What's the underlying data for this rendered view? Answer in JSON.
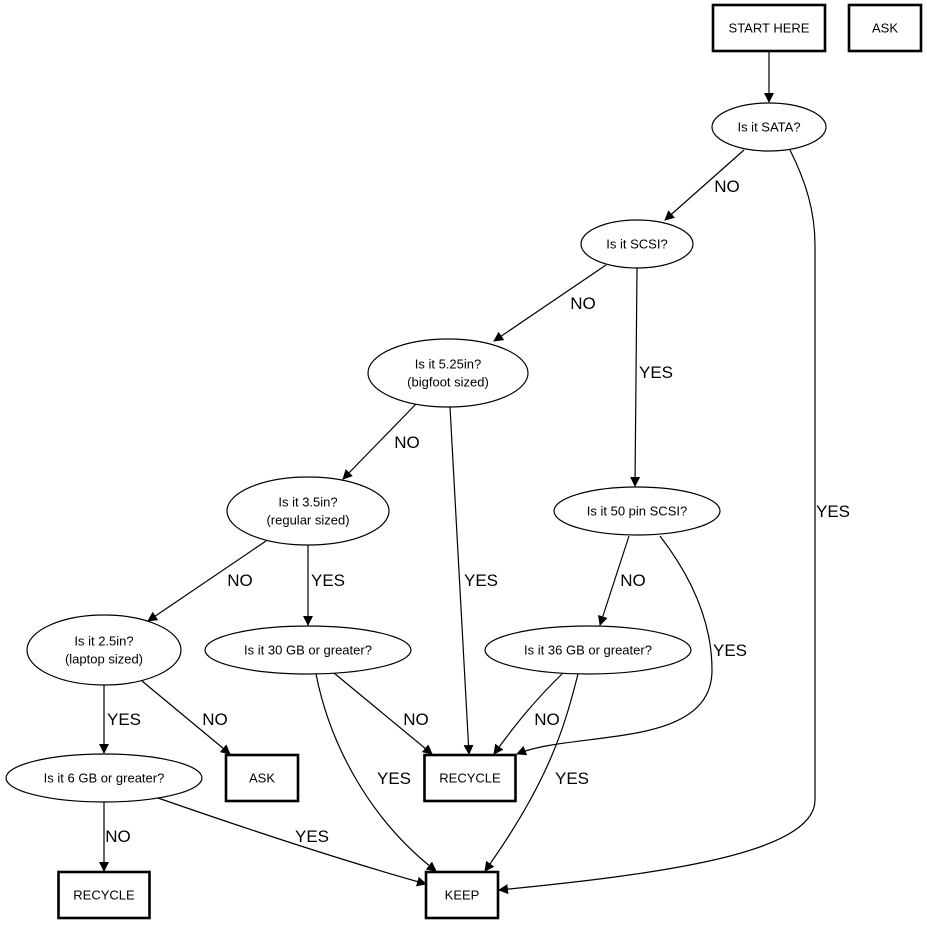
{
  "diagram": {
    "nodes": {
      "start": {
        "shape": "box",
        "lines": [
          "START HERE"
        ]
      },
      "ask_top": {
        "shape": "box",
        "lines": [
          "ASK"
        ]
      },
      "sata": {
        "shape": "ellipse",
        "lines": [
          "Is it SATA?"
        ]
      },
      "scsi": {
        "shape": "ellipse",
        "lines": [
          "Is it SCSI?"
        ]
      },
      "in525": {
        "shape": "ellipse",
        "lines": [
          "Is it 5.25in?",
          "(bigfoot sized)"
        ]
      },
      "in35": {
        "shape": "ellipse",
        "lines": [
          "Is it 3.5in?",
          "(regular sized)"
        ]
      },
      "pin50": {
        "shape": "ellipse",
        "lines": [
          "Is it 50 pin SCSI?"
        ]
      },
      "in25": {
        "shape": "ellipse",
        "lines": [
          "Is it 2.5in?",
          "(laptop sized)"
        ]
      },
      "gb30": {
        "shape": "ellipse",
        "lines": [
          "Is it 30 GB or greater?"
        ]
      },
      "gb36": {
        "shape": "ellipse",
        "lines": [
          "Is it 36 GB or greater?"
        ]
      },
      "gb6": {
        "shape": "ellipse",
        "lines": [
          "Is it 6 GB or greater?"
        ]
      },
      "ask_low": {
        "shape": "box",
        "lines": [
          "ASK"
        ]
      },
      "recycle_mid": {
        "shape": "box",
        "lines": [
          "RECYCLE"
        ]
      },
      "recycle_low": {
        "shape": "box",
        "lines": [
          "RECYCLE"
        ]
      },
      "keep": {
        "shape": "box",
        "lines": [
          "KEEP"
        ]
      }
    },
    "edges": [
      {
        "from": "start",
        "to": "sata",
        "label": ""
      },
      {
        "from": "sata",
        "to": "scsi",
        "label": "NO"
      },
      {
        "from": "sata",
        "to": "keep",
        "label": "YES"
      },
      {
        "from": "scsi",
        "to": "in525",
        "label": "NO"
      },
      {
        "from": "scsi",
        "to": "pin50",
        "label": "YES"
      },
      {
        "from": "in525",
        "to": "in35",
        "label": "NO"
      },
      {
        "from": "in525",
        "to": "recycle_mid",
        "label": "YES"
      },
      {
        "from": "in35",
        "to": "in25",
        "label": "NO"
      },
      {
        "from": "in35",
        "to": "gb30",
        "label": "YES"
      },
      {
        "from": "pin50",
        "to": "gb36",
        "label": "NO"
      },
      {
        "from": "pin50",
        "to": "recycle_mid",
        "label": "YES"
      },
      {
        "from": "in25",
        "to": "gb6",
        "label": "YES"
      },
      {
        "from": "in25",
        "to": "ask_low",
        "label": "NO"
      },
      {
        "from": "gb30",
        "to": "recycle_mid",
        "label": "NO"
      },
      {
        "from": "gb30",
        "to": "keep",
        "label": "YES"
      },
      {
        "from": "gb36",
        "to": "recycle_mid",
        "label": "NO"
      },
      {
        "from": "gb36",
        "to": "keep",
        "label": "YES"
      },
      {
        "from": "gb6",
        "to": "recycle_low",
        "label": "NO"
      },
      {
        "from": "gb6",
        "to": "keep",
        "label": "YES"
      }
    ]
  }
}
